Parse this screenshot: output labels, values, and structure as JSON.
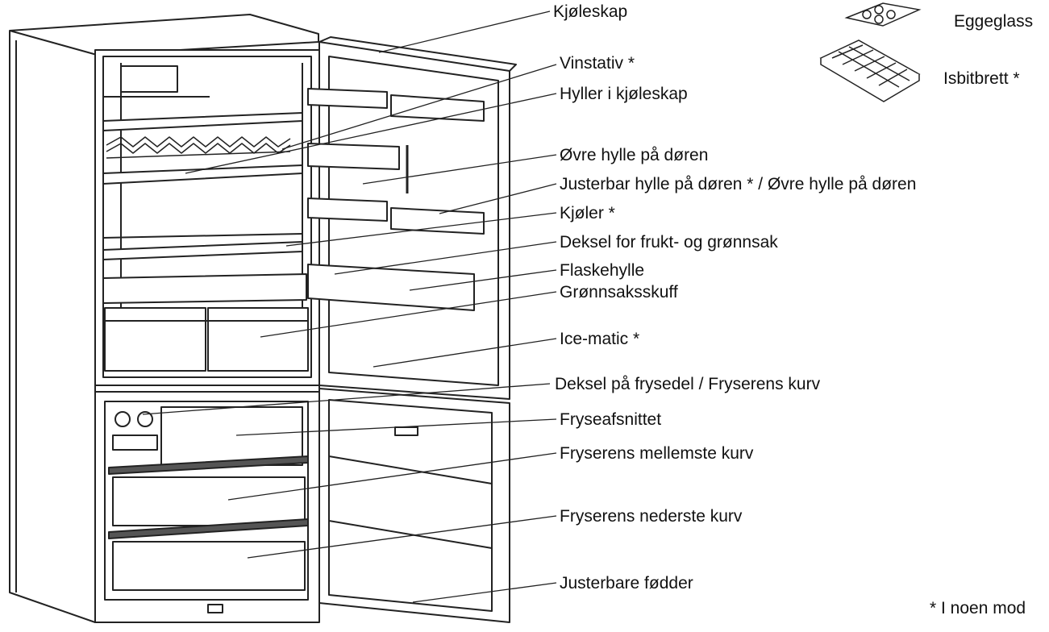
{
  "labels": [
    {
      "id": "kjoleskap",
      "text": "Kjøleskap"
    },
    {
      "id": "vinstativ",
      "text": "Vinstativ *"
    },
    {
      "id": "hyller",
      "text": "Hyller i kjøleskap"
    },
    {
      "id": "ovre-hylle",
      "text": "Øvre hylle på døren"
    },
    {
      "id": "justerbar-hylle",
      "text": "Justerbar hylle på døren * / Øvre hylle på døren"
    },
    {
      "id": "kjoler",
      "text": "Kjøler *"
    },
    {
      "id": "deksel-frukt",
      "text": "Deksel for frukt- og grønnsak"
    },
    {
      "id": "flaskehylle",
      "text": "Flaskehylle"
    },
    {
      "id": "gronnsaksskuff",
      "text": "Grønnsaksskuff"
    },
    {
      "id": "ice-matic",
      "text": "Ice-matic *"
    },
    {
      "id": "deksel-fryser",
      "text": "Deksel på frysedel / Fryserens kurv"
    },
    {
      "id": "fryseafsnittet",
      "text": "Fryseafsnittet"
    },
    {
      "id": "mellemste-kurv",
      "text": "Fryserens mellemste kurv"
    },
    {
      "id": "nederste-kurv",
      "text": "Fryserens nederste kurv"
    },
    {
      "id": "justerbare-fodder",
      "text": "Justerbare fødder"
    }
  ],
  "accessories": [
    {
      "id": "eggeglass",
      "text": "Eggeglass"
    },
    {
      "id": "isbitbrett",
      "text": "Isbitbrett *"
    }
  ],
  "footnote": "* I noen mod"
}
